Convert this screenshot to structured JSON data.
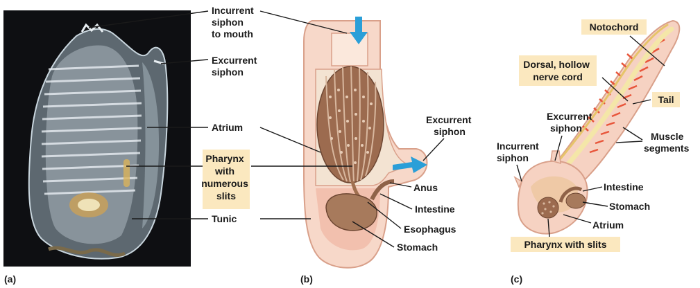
{
  "panels": {
    "a": {
      "letter": "(a)",
      "labels": {
        "incurrent": [
          "Incurrent",
          "siphon",
          "to mouth"
        ],
        "excurrent": [
          "Excurrent",
          "siphon"
        ],
        "atrium": "Atrium",
        "pharynx": [
          "Pharynx",
          "with",
          "numerous",
          "slits"
        ],
        "tunic": "Tunic"
      }
    },
    "b": {
      "letter": "(b)",
      "labels": {
        "excurrent": [
          "Excurrent",
          "siphon"
        ],
        "anus": "Anus",
        "intestine": "Intestine",
        "esophagus": "Esophagus",
        "stomach": "Stomach"
      }
    },
    "c": {
      "letter": "(c)",
      "labels": {
        "notochord": "Notochord",
        "nerve_cord": [
          "Dorsal, hollow",
          "nerve cord"
        ],
        "tail": "Tail",
        "excurrent": [
          "Excurrent",
          "siphon"
        ],
        "incurrent": [
          "Incurrent",
          "siphon"
        ],
        "muscle": [
          "Muscle",
          "segments"
        ],
        "intestine": "Intestine",
        "stomach": "Stomach",
        "atrium": "Atrium",
        "pharynx": "Pharynx with slits"
      }
    }
  },
  "colors": {
    "highlight_box": "#fbe8bf",
    "arrow_blue": "#2a9fd8",
    "tissue_pink": "#f6d2c2",
    "tissue_dark": "#efb7a2",
    "pharynx_brown": "#9c6b4f",
    "notochord": "#f4e6a8",
    "muscle_red": "#e8553a",
    "photo_bg": "#0e0f12"
  }
}
